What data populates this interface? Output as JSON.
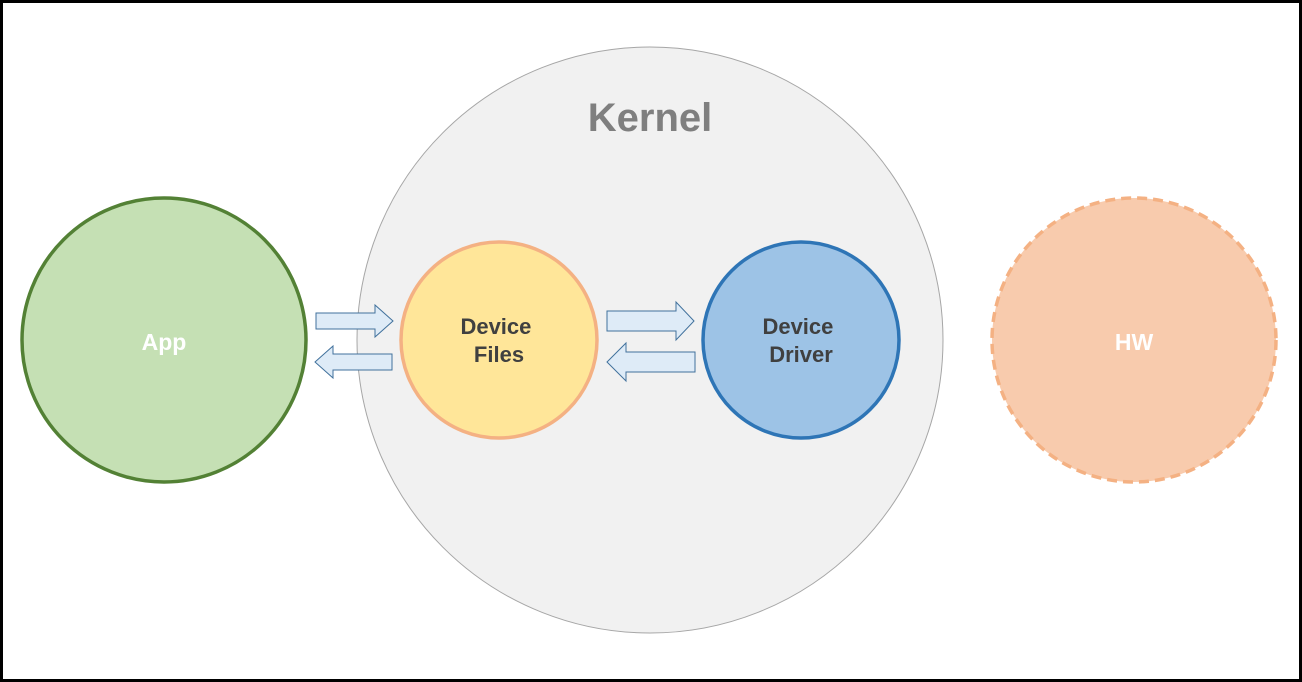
{
  "diagram": {
    "nodes": {
      "kernel": {
        "label": "Kernel",
        "fill": "#f1f1f1",
        "stroke": "#a6a6a6",
        "text_color": "#7f7f7f"
      },
      "app": {
        "label": "App",
        "fill": "#c5e0b4",
        "stroke": "#538135",
        "text_color": "#ffffff"
      },
      "device_files": {
        "label_line1": "Device",
        "label_line2": "Files",
        "fill": "#ffe699",
        "stroke": "#f4b183",
        "text_color": "#404040"
      },
      "device_driver": {
        "label_line1": "Device",
        "label_line2": "Driver",
        "fill": "#9dc3e6",
        "stroke": "#2e75b6",
        "text_color": "#404040"
      },
      "hw": {
        "label": "HW",
        "fill": "#f8cbad",
        "stroke": "#f4b183",
        "text_color": "#ffffff",
        "border_style": "dashed"
      }
    },
    "arrows": [
      {
        "from": "app",
        "to": "device_files",
        "direction": "right"
      },
      {
        "from": "device_files",
        "to": "app",
        "direction": "left"
      },
      {
        "from": "device_files",
        "to": "device_driver",
        "direction": "right"
      },
      {
        "from": "device_driver",
        "to": "device_files",
        "direction": "left"
      }
    ],
    "arrow_fill": "#deebf7",
    "arrow_stroke": "#41719c"
  }
}
